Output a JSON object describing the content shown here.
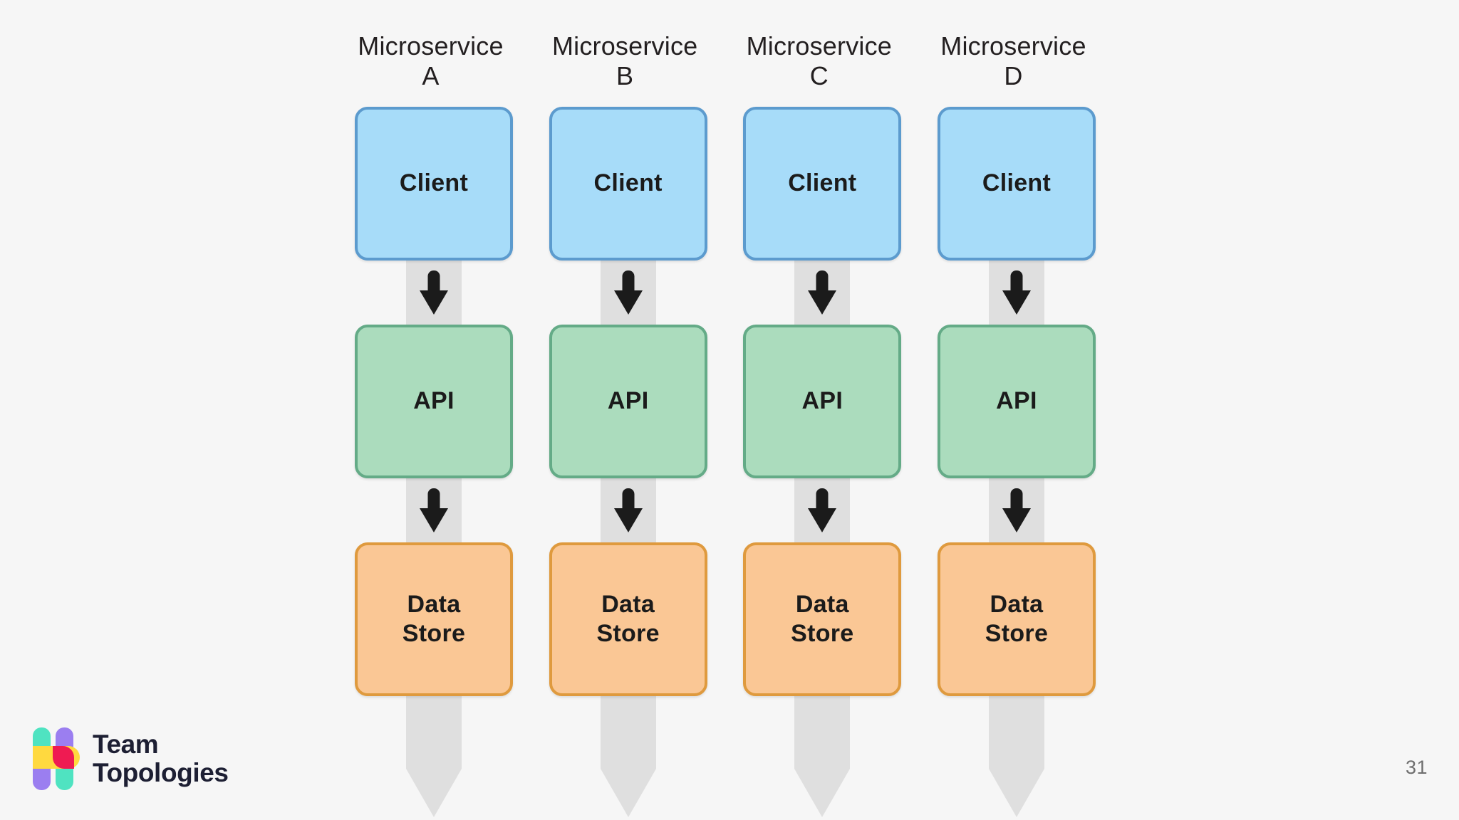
{
  "slide": {
    "background_color": "#f6f6f6",
    "page_number": "31"
  },
  "diagram": {
    "type": "microservice-columns",
    "title": "",
    "layer_names": [
      "Client",
      "API",
      "Data Store"
    ],
    "arrow_direction": "downward",
    "columns": [
      {
        "header": "Microservice\nA",
        "service_letter": "A",
        "nodes": [
          {
            "label": "Client",
            "layer": "client",
            "fill": "#a7dcf9",
            "stroke": "#5c9bce"
          },
          {
            "label": "API",
            "layer": "api",
            "fill": "#abdcbd",
            "stroke": "#64ab87"
          },
          {
            "label": "Data\nStore",
            "layer": "store",
            "fill": "#fac795",
            "stroke": "#df9a3e"
          }
        ]
      },
      {
        "header": "Microservice\nB",
        "service_letter": "B",
        "nodes": [
          {
            "label": "Client",
            "layer": "client",
            "fill": "#a7dcf9",
            "stroke": "#5c9bce"
          },
          {
            "label": "API",
            "layer": "api",
            "fill": "#abdcbd",
            "stroke": "#64ab87"
          },
          {
            "label": "Data\nStore",
            "layer": "store",
            "fill": "#fac795",
            "stroke": "#df9a3e"
          }
        ]
      },
      {
        "header": "Microservice\nC",
        "service_letter": "C",
        "nodes": [
          {
            "label": "Client",
            "layer": "client",
            "fill": "#a7dcf9",
            "stroke": "#5c9bce"
          },
          {
            "label": "API",
            "layer": "api",
            "fill": "#abdcbd",
            "stroke": "#64ab87"
          },
          {
            "label": "Data\nStore",
            "layer": "store",
            "fill": "#fac795",
            "stroke": "#df9a3e"
          }
        ]
      },
      {
        "header": "Microservice\nD",
        "service_letter": "D",
        "nodes": [
          {
            "label": "Client",
            "layer": "client",
            "fill": "#a7dcf9",
            "stroke": "#5c9bce"
          },
          {
            "label": "API",
            "layer": "api",
            "fill": "#abdcbd",
            "stroke": "#64ab87"
          },
          {
            "label": "Data\nStore",
            "layer": "store",
            "fill": "#fac795",
            "stroke": "#df9a3e"
          }
        ]
      }
    ]
  },
  "logo": {
    "name": "Team\nTopologies",
    "mark_colors": {
      "mint": "#4fe3c1",
      "purple": "#9b7ef0",
      "yellow": "#ffd93f",
      "crimson": "#ef1b52"
    },
    "text_color": "#1d1f33"
  }
}
